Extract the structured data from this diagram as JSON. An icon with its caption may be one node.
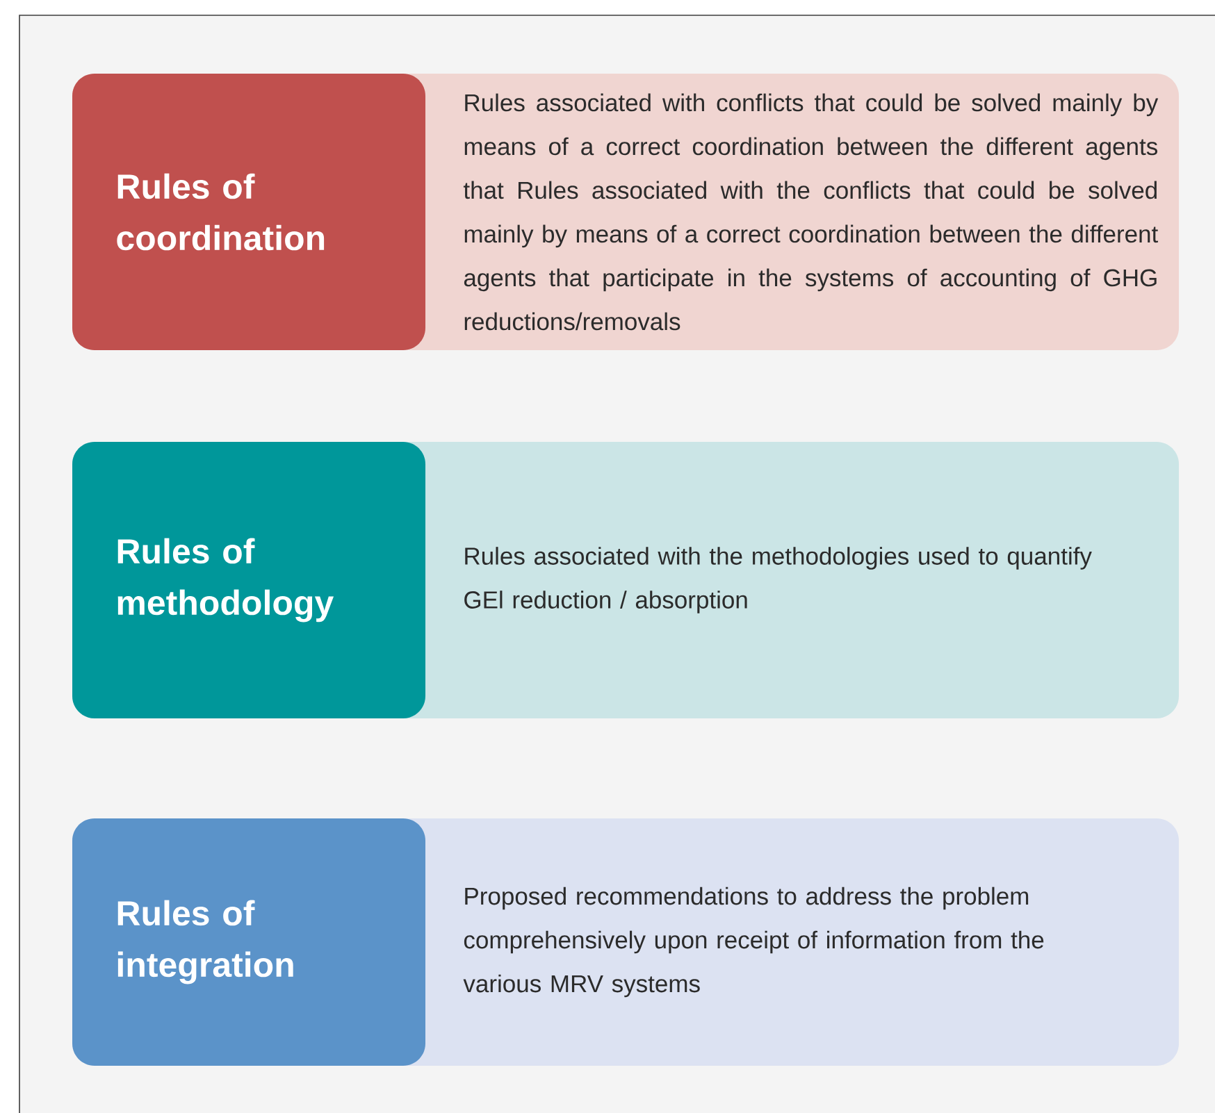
{
  "diagram": {
    "nodes": [
      {
        "text": [
          "Rules associated with conflicts that could be solved mainly by means of a correct coordination between the different agents that Rules associated with the conflicts that could be solved mainly by means of a correct coordination between the different agents that participate in the systems of accounting of GHG reductions/removals"
        ]
      },
      {
        "text": [
          "Rules of coordination"
        ],
        "in": 0
      },
      {
        "text": [
          "Rules associated with the methodologies used to quantify GEl reduction / absorption"
        ]
      },
      {
        "text": [
          "Rules of methodology"
        ],
        "in": 2
      },
      {
        "text": [
          "Proposed recommendations to address the problem  comprehensively upon receipt of information from the various MRV systems"
        ]
      },
      {
        "text": [
          "Rules of integration"
        ],
        "in": 4
      }
    ]
  }
}
